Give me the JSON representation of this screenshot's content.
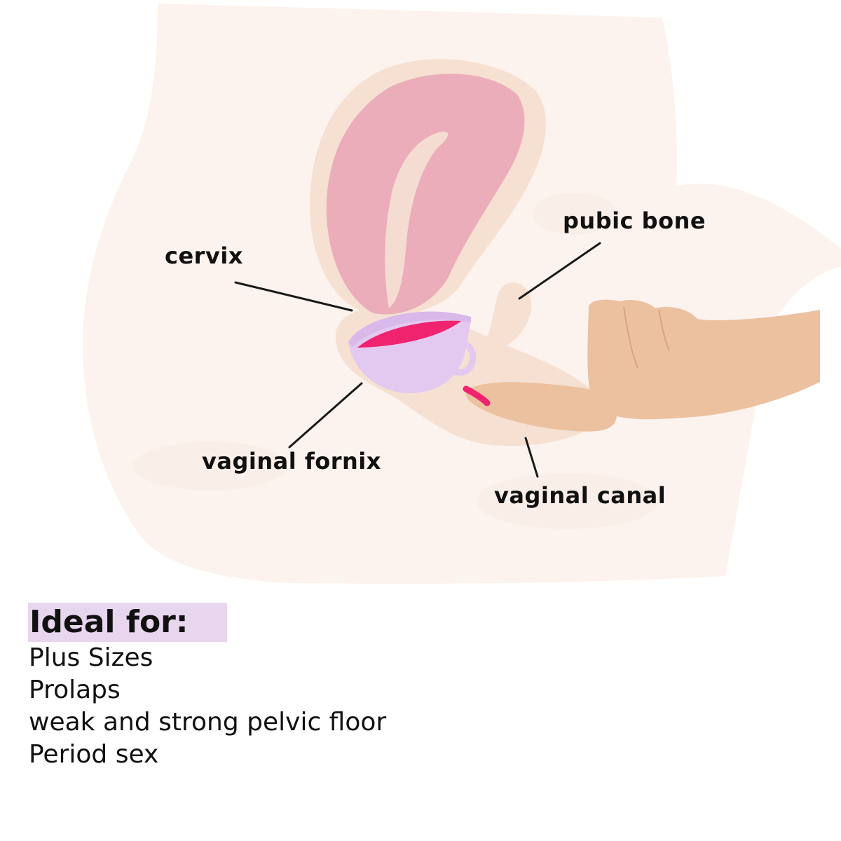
{
  "labels": {
    "cervix": "cervix",
    "pubic_bone": "pubic bone",
    "vaginal_fornix": "vaginal fornix",
    "vaginal_canal": "vaginal canal"
  },
  "ideal_for": {
    "heading": "Ideal for:",
    "items": [
      "Plus Sizes",
      "Prolaps",
      "weak and strong pelvic floor",
      "Period sex"
    ]
  },
  "colors": {
    "skin_body": "#fcf3ee",
    "tissue": "#f5e0d2",
    "uterus": "#ecadba",
    "cup": "#e3c8ef",
    "cup_fluid": "#f0236e",
    "hand": "#ecc1a0",
    "nail": "#f0236e",
    "highlight": "#e8d5ee"
  }
}
